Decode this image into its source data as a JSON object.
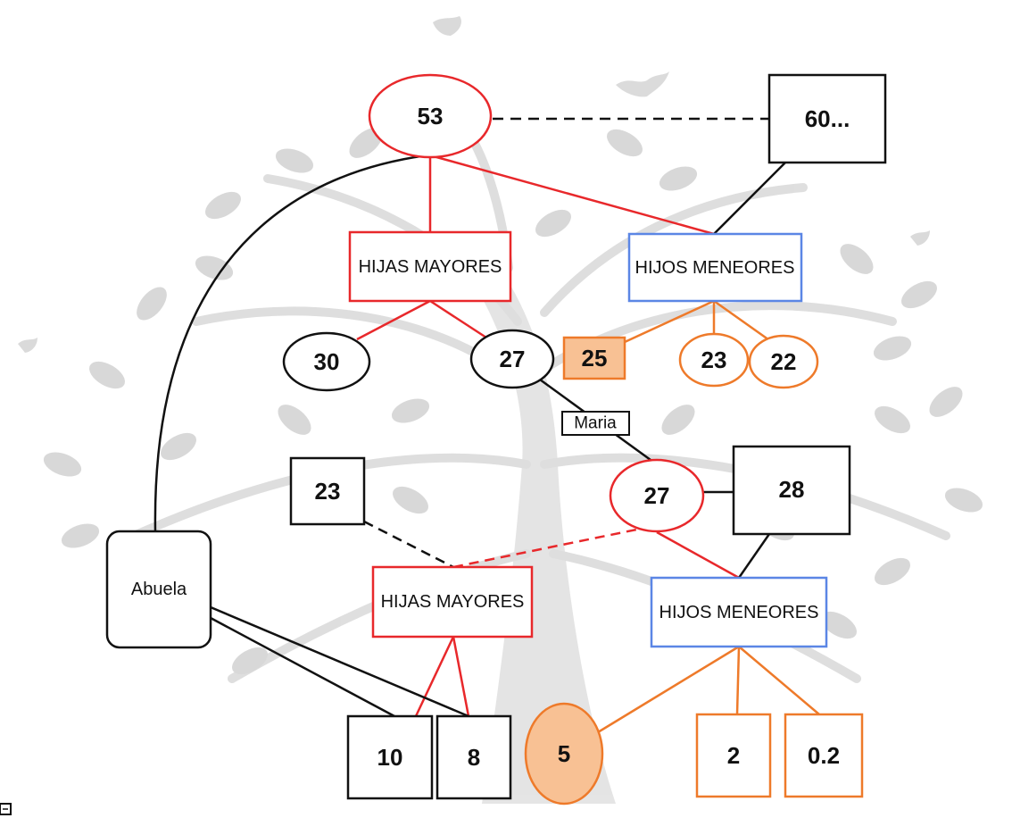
{
  "nodes": {
    "n53": "53",
    "n60": "60...",
    "hijas_mayores_top": "HIJAS MAYORES",
    "hijos_meneores_top": "HIJOS MENEORES",
    "n30": "30",
    "n27_top": "27",
    "n25": "25",
    "n23_top": "23",
    "n22": "22",
    "maria": "Maria",
    "n27_mid": "27",
    "n28": "28",
    "n23_mid": "23",
    "abuela": "Abuela",
    "hijas_mayores_bottom": "HIJAS MAYORES",
    "hijos_meneores_bottom": "HIJOS MENEORES",
    "n10": "10",
    "n8": "8",
    "n5": "5",
    "n2": "2",
    "n02": "0.2"
  },
  "colors": {
    "red": "#e8282b",
    "blue": "#5b86e5",
    "orange": "#ee7a2a",
    "orange_fill": "#f8c194",
    "black": "#111111",
    "tree": "#c8c8c8"
  },
  "background_image": "tree-of-life-with-birds"
}
